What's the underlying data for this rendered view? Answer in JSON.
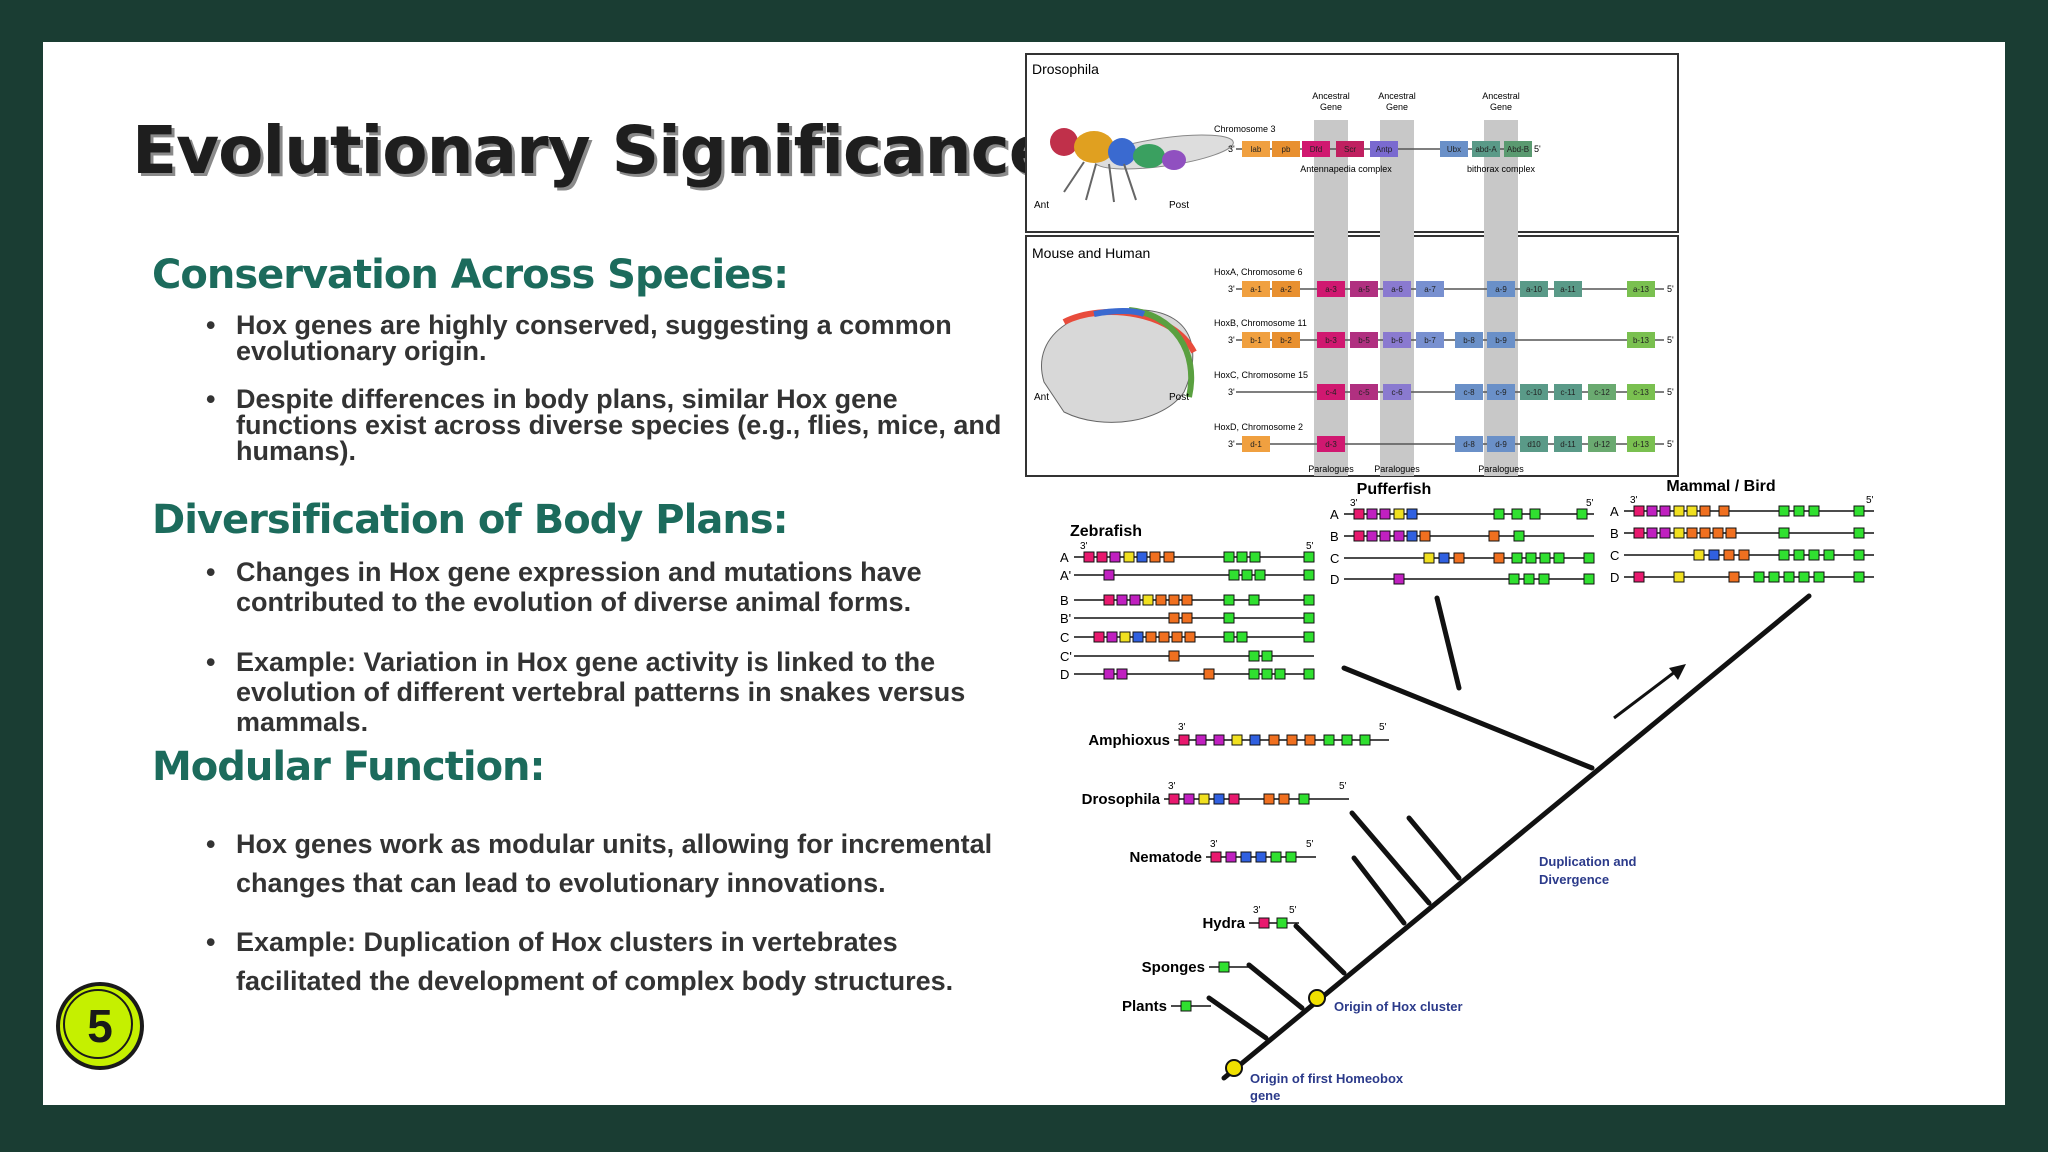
{
  "slide": {
    "title": "Evolutionary Significance",
    "badge": "5",
    "sections": [
      {
        "heading": "Conservation Across Species:",
        "bullets": [
          "Hox genes are highly conserved, suggesting a common evolutionary origin.",
          "Despite differences in body plans, similar Hox gene functions exist across diverse species (e.g., flies, mice, and humans)."
        ]
      },
      {
        "heading": "Diversification of Body Plans:",
        "bullets": [
          "Changes in Hox gene expression and mutations have contributed to the evolution of diverse animal forms.",
          "Example: Variation in Hox gene activity is linked to the evolution of different vertebral patterns in snakes versus mammals."
        ]
      },
      {
        "heading": "Modular Function:",
        "bullets": [
          "Hox genes work as modular units, allowing for incremental changes that can lead to evolutionary innovations.",
          "Example: Duplication of Hox clusters in vertebrates facilitated the development of complex body structures."
        ]
      }
    ]
  },
  "figure_top": {
    "drosophila": {
      "panel_title": "Drosophila",
      "ancestral_label": "Ancestral",
      "gene_label": "Gene",
      "chromosome": "Chromosome 3",
      "end3": "3'",
      "end5": "5'",
      "genes": [
        "lab",
        "pb",
        "Dfd",
        "Scr",
        "Antp",
        "Ubx",
        "abd-A",
        "Abd-B"
      ],
      "complex1": "Antennapedia complex",
      "complex2": "bithorax complex",
      "ant": "Ant",
      "post": "Post"
    },
    "mouse": {
      "panel_title": "Mouse and Human",
      "rows": [
        {
          "label": "HoxA, Chromosome 6",
          "genes": [
            "a-1",
            "a-2",
            "a-3",
            "a-5",
            "a-6",
            "a-7",
            "a-9",
            "a-10",
            "a-11",
            "a-13"
          ]
        },
        {
          "label": "HoxB, Chromosome 11",
          "genes": [
            "b-1",
            "b-2",
            "b-3",
            "b-5",
            "b-6",
            "b-7",
            "b-8",
            "b-9",
            "b-13"
          ]
        },
        {
          "label": "HoxC, Chromosome 15",
          "genes": [
            "c-4",
            "c-5",
            "c-6",
            "c-8",
            "c-9",
            "c-10",
            "c-11",
            "c-12",
            "c-13"
          ]
        },
        {
          "label": "HoxD, Chromosome 2",
          "genes": [
            "d-1",
            "d-3",
            "d-8",
            "d-9",
            "d10",
            "d-11",
            "d-12",
            "d-13"
          ]
        }
      ],
      "paralogues": "Paralogues",
      "ant": "Ant",
      "post": "Post"
    }
  },
  "figure_bottom": {
    "clusters": {
      "pufferfish": "Pufferfish",
      "mammal": "Mammal / Bird",
      "zebrafish": "Zebrafish"
    },
    "zebrafish_rows": [
      "A",
      "A'",
      "B",
      "B'",
      "C",
      "C'",
      "D"
    ],
    "pufferfish_rows": [
      "A",
      "B",
      "C",
      "D"
    ],
    "mammal_rows": [
      "A",
      "B",
      "C",
      "D"
    ],
    "taxa": [
      "Amphioxus",
      "Drosophila",
      "Nematode",
      "Hydra",
      "Sponges",
      "Plants"
    ],
    "end3": "3'",
    "end5": "5'",
    "annotations": {
      "dup1": "Duplication and",
      "dup2": "Divergence",
      "hox_cluster": "Origin of Hox cluster",
      "homeobox1": "Origin of first Homeobox",
      "homeobox2": "gene"
    }
  },
  "colors": {
    "background": "#1a3d33",
    "accent": "#1c6b5c",
    "badge": "#c5f000"
  }
}
